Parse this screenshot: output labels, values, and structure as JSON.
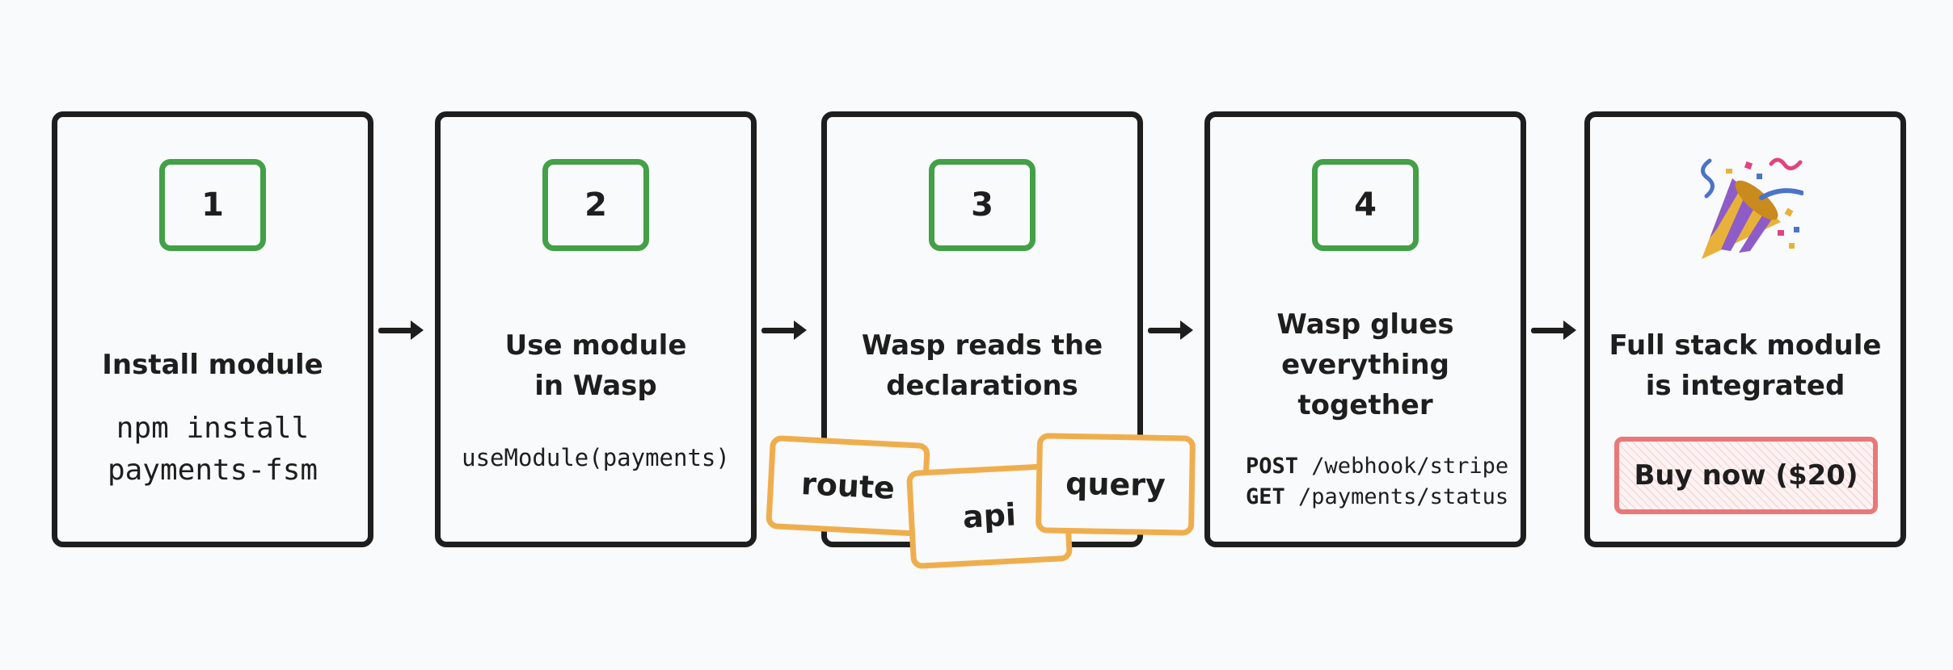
{
  "steps": [
    {
      "number": "1",
      "title": "Install module",
      "code": "npm install\npayments-fsm"
    },
    {
      "number": "2",
      "title": "Use module\nin Wasp",
      "code": "useModule(payments)"
    },
    {
      "number": "3",
      "title": "Wasp reads the\ndeclarations",
      "tags": [
        "route",
        "api",
        "query"
      ]
    },
    {
      "number": "4",
      "title": "Wasp glues\neverything\ntogether",
      "routes": [
        {
          "method": "POST",
          "path": "/webhook/stripe"
        },
        {
          "method": "GET",
          "path": "/payments/status"
        }
      ]
    },
    {
      "icon": "party-popper-icon",
      "title": "Full stack module\nis integrated",
      "button_label": "Buy now ($20)"
    }
  ],
  "colors": {
    "card_border": "#1e1e1e",
    "badge_border": "#43a047",
    "tag_border": "#efae4e",
    "button_border": "#e97979",
    "background": "#f9fafb"
  }
}
